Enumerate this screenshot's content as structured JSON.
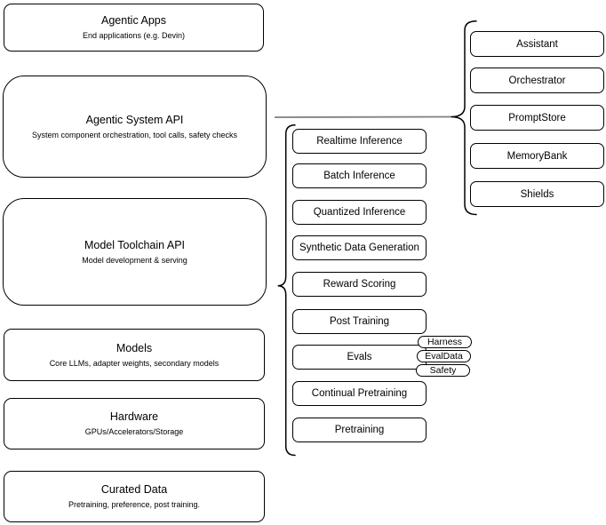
{
  "left_stack": [
    {
      "title": "Agentic Apps",
      "subtitle": "End applications (e.g. Devin)"
    },
    {
      "title": "Agentic System API",
      "subtitle": "System component orchestration, tool calls, safety checks"
    },
    {
      "title": "Model Toolchain API",
      "subtitle": "Model development & serving"
    },
    {
      "title": "Models",
      "subtitle": "Core LLMs, adapter weights, secondary models"
    },
    {
      "title": "Hardware",
      "subtitle": "GPUs/Accelerators/Storage"
    },
    {
      "title": "Curated Data",
      "subtitle": "Pretraining, preference, post training."
    }
  ],
  "toolchain_stack": [
    "Realtime Inference",
    "Batch Inference",
    "Quantized Inference",
    "Synthetic Data Generation",
    "Reward Scoring",
    "Post Training",
    "Evals",
    "Continual Pretraining",
    "Pretraining"
  ],
  "evals_badges": [
    "Harness",
    "EvalData",
    "Safety"
  ],
  "system_components": [
    "Assistant",
    "Orchestrator",
    "PromptStore",
    "MemoryBank",
    "Shields"
  ],
  "colors": {
    "stroke": "#000000",
    "fill": "#ffffff",
    "text": "#000000",
    "connector": "#808080",
    "background": "#ffffff"
  }
}
